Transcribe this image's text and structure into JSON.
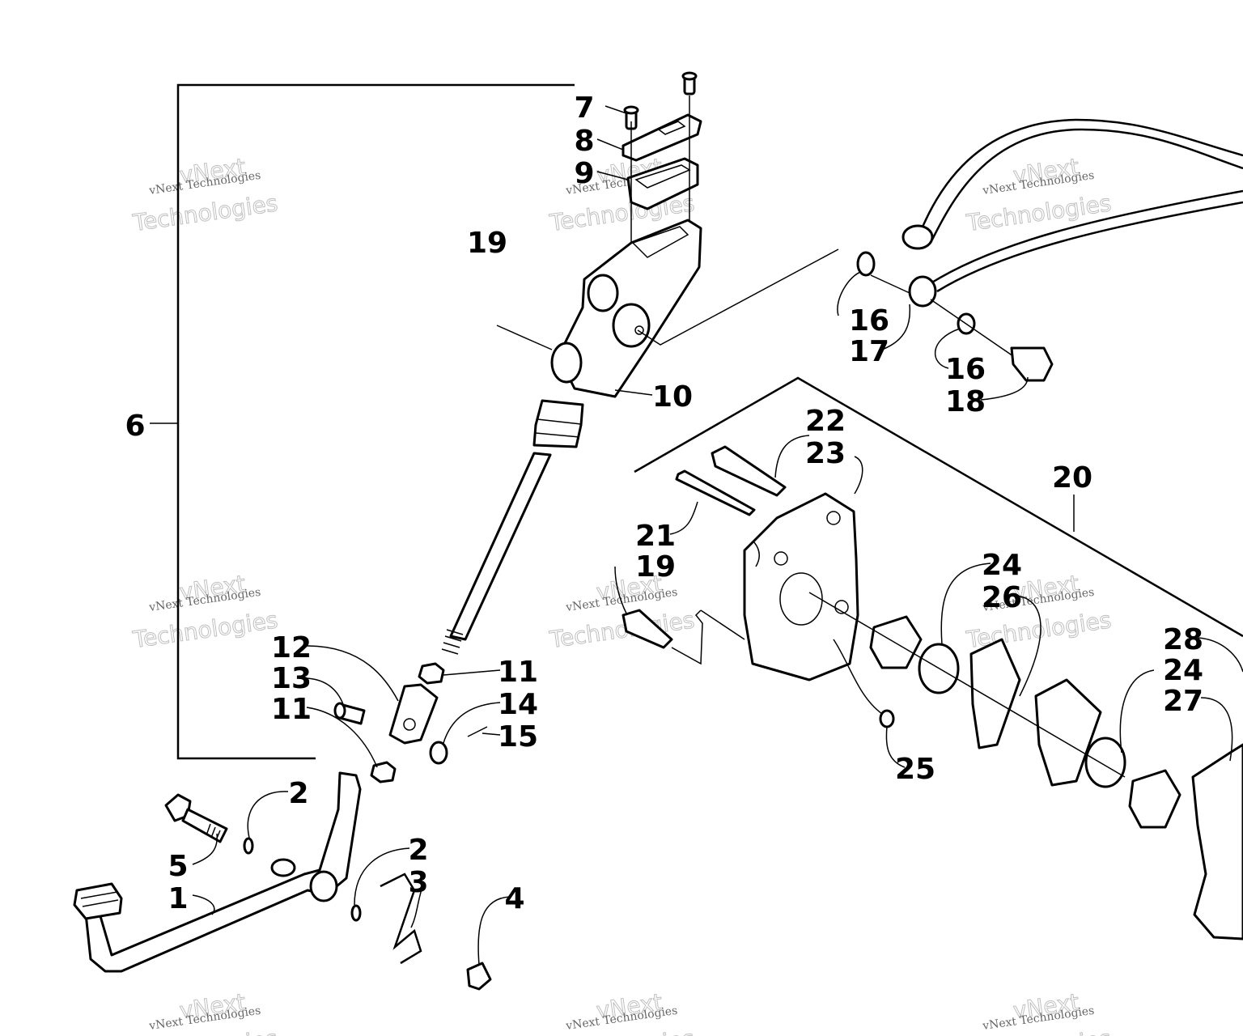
{
  "diagram": {
    "callouts": [
      {
        "id": "c1",
        "label": "1"
      },
      {
        "id": "c2a",
        "label": "2"
      },
      {
        "id": "c2b",
        "label": "2"
      },
      {
        "id": "c3",
        "label": "3"
      },
      {
        "id": "c4",
        "label": "4"
      },
      {
        "id": "c5",
        "label": "5"
      },
      {
        "id": "c6",
        "label": "6"
      },
      {
        "id": "c7",
        "label": "7"
      },
      {
        "id": "c8",
        "label": "8"
      },
      {
        "id": "c9",
        "label": "9"
      },
      {
        "id": "c10",
        "label": "10"
      },
      {
        "id": "c11a",
        "label": "11"
      },
      {
        "id": "c11b",
        "label": "11"
      },
      {
        "id": "c12",
        "label": "12"
      },
      {
        "id": "c13",
        "label": "13"
      },
      {
        "id": "c14",
        "label": "14"
      },
      {
        "id": "c15",
        "label": "15"
      },
      {
        "id": "c16a",
        "label": "16"
      },
      {
        "id": "c16b",
        "label": "16"
      },
      {
        "id": "c17",
        "label": "17"
      },
      {
        "id": "c18",
        "label": "18"
      },
      {
        "id": "c19a",
        "label": "19"
      },
      {
        "id": "c19b",
        "label": "19"
      },
      {
        "id": "c20",
        "label": "20"
      },
      {
        "id": "c21",
        "label": "21"
      },
      {
        "id": "c22",
        "label": "22"
      },
      {
        "id": "c23",
        "label": "23"
      },
      {
        "id": "c24a",
        "label": "24"
      },
      {
        "id": "c24b",
        "label": "24"
      },
      {
        "id": "c25",
        "label": "25"
      },
      {
        "id": "c26",
        "label": "26"
      },
      {
        "id": "c27",
        "label": "27"
      },
      {
        "id": "c28",
        "label": "28"
      }
    ],
    "watermark": {
      "line1": "vNext Technologies",
      "line2": "vNext",
      "line3": "Technologies"
    }
  }
}
